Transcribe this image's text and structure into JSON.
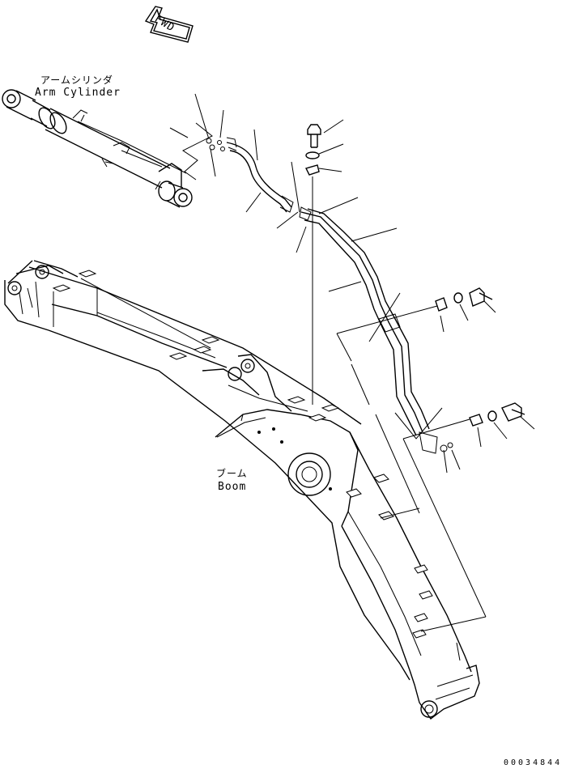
{
  "labels": {
    "arm_cylinder_jp": "アームシリンダ",
    "arm_cylinder_en": "Arm Cylinder",
    "boom_jp": "ブーム",
    "boom_en": "Boom",
    "fwd": "FWD",
    "drawing_number": "00034844"
  },
  "icons": {
    "direction": "fwd-arrow-icon"
  },
  "colors": {
    "line": "#000000",
    "background": "#ffffff"
  }
}
